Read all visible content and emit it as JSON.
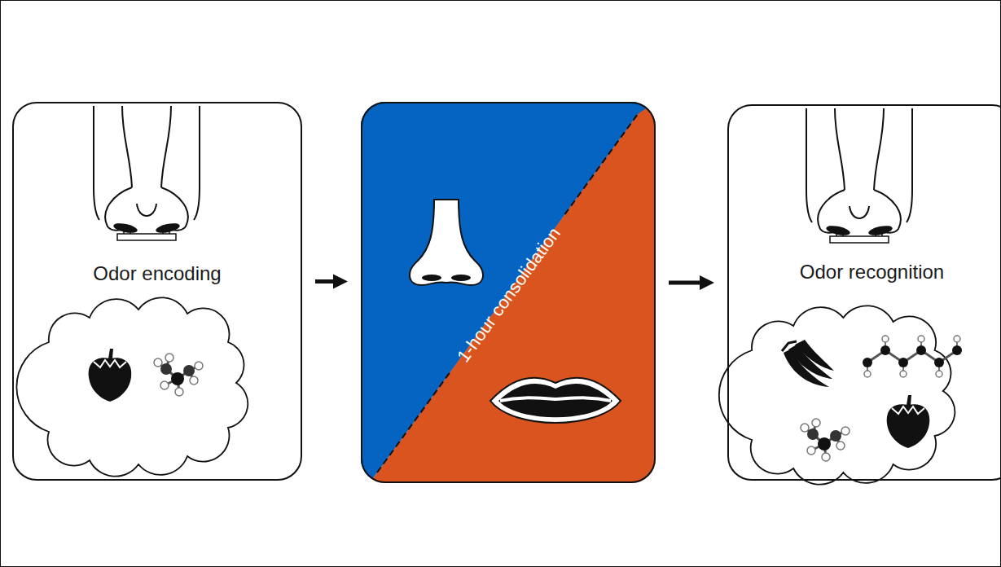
{
  "diagram": {
    "nodes": [
      {
        "text": [
          "Odor encoding"
        ]
      },
      {
        "text": [
          "1-hour consolidation"
        ]
      },
      {
        "text": [
          "Odor recognition"
        ]
      }
    ],
    "edges": [
      {
        "from": 0,
        "to": 1,
        "arrow": "to"
      },
      {
        "from": 1,
        "to": 2,
        "arrow": "to"
      }
    ]
  }
}
